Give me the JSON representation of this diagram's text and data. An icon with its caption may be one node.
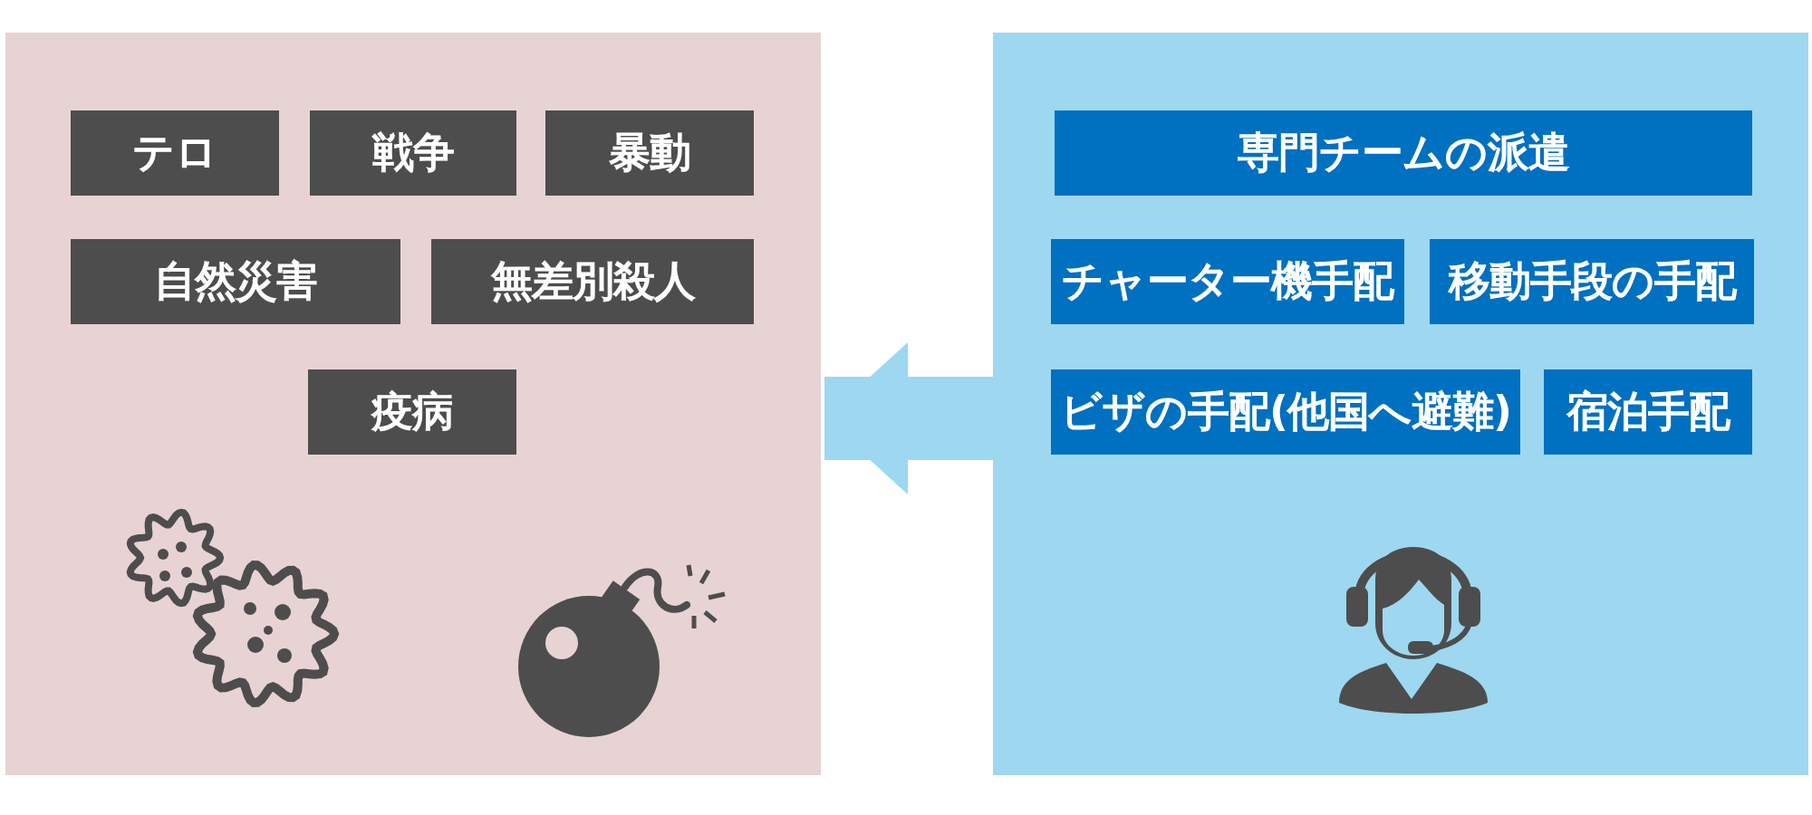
{
  "diagram": {
    "nodes": [
      {
        "text": [],
        "shape": "box"
      },
      {
        "text": [
          "テロ"
        ],
        "in": 0
      },
      {
        "text": [
          "戦争"
        ],
        "in": 0
      },
      {
        "text": [
          "暴動"
        ],
        "in": 0
      },
      {
        "text": [
          "自然災害"
        ],
        "in": 0
      },
      {
        "text": [
          "無差別殺人"
        ],
        "in": 0
      },
      {
        "text": [
          "疫病"
        ],
        "in": 0
      },
      {
        "text": [],
        "shape": "box"
      },
      {
        "text": [
          "専門チームの派遣"
        ],
        "in": 7
      },
      {
        "text": [
          "チャーター機手配"
        ],
        "in": 7
      },
      {
        "text": [
          "移動手段の手配"
        ],
        "in": 7
      },
      {
        "text": [
          "ビザの手配(他国へ避難)"
        ],
        "in": 7
      },
      {
        "text": [
          "宿泊手配"
        ],
        "in": 7
      }
    ],
    "edges": [
      {
        "from": 7,
        "to": 0,
        "arrow": "to"
      }
    ]
  }
}
